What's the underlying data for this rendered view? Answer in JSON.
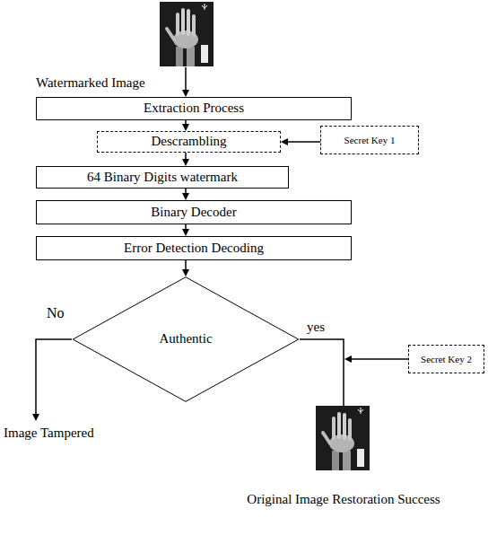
{
  "diagram": {
    "nodes": [
      {
        "text": [
          "Extraction Process"
        ]
      },
      {
        "text": [
          "Descrambling"
        ]
      },
      {
        "text": [
          "Secret Key 1"
        ]
      },
      {
        "text": [
          "64 Binary Digits watermark"
        ]
      },
      {
        "text": [
          "Binary Decoder"
        ]
      },
      {
        "text": [
          "Error Detection Decoding"
        ]
      },
      {
        "text": [
          "Authentic"
        ]
      },
      {
        "text": [
          "Secret Key 2"
        ]
      }
    ],
    "edges": [
      {
        "from": 0,
        "to": 1,
        "arrow": "to"
      },
      {
        "from": 2,
        "to": 1,
        "arrow": "to"
      },
      {
        "from": 1,
        "to": 3,
        "arrow": "to"
      },
      {
        "from": 3,
        "to": 4,
        "arrow": "to"
      },
      {
        "from": 4,
        "to": 5,
        "arrow": "to"
      },
      {
        "from": 5,
        "to": 6,
        "arrow": "to"
      }
    ],
    "labels": [
      "Watermarked Image",
      "No",
      "yes",
      "Image Tampered",
      "Original Image Restoration Success"
    ]
  }
}
